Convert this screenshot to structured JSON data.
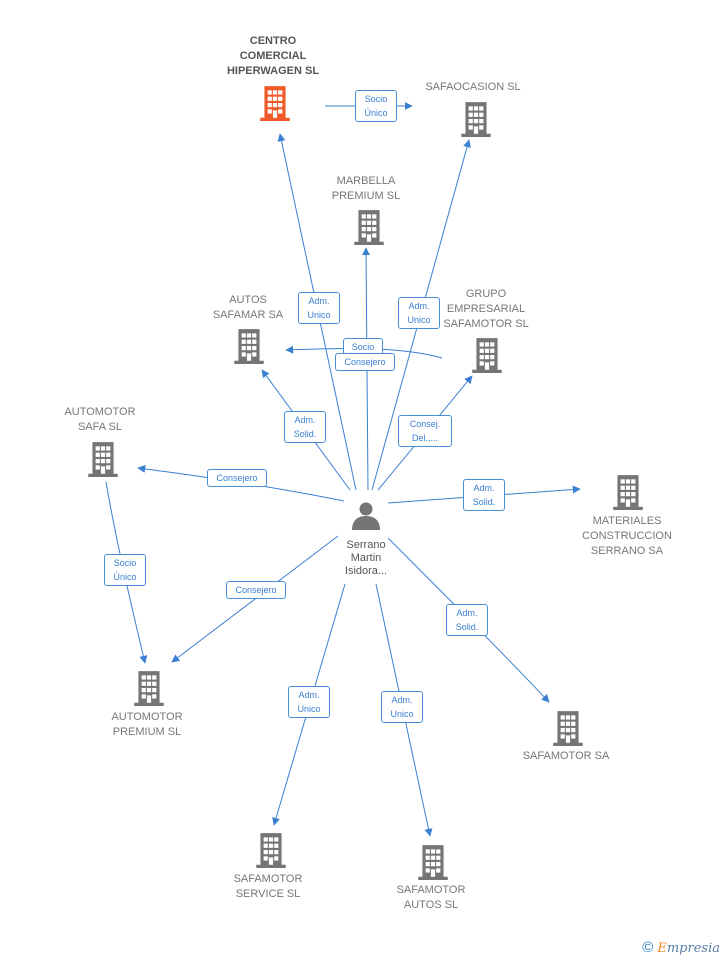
{
  "person": {
    "label": "Serrano\nMartin\nIsidora..."
  },
  "companies": [
    {
      "id": "centro",
      "label": "CENTRO\nCOMERCIAL\nHIPERWAGEN SL",
      "highlight": true
    },
    {
      "id": "safaocasion",
      "label": "SAFAOCASION SL"
    },
    {
      "id": "marbella",
      "label": "MARBELLA\nPREMIUM SL"
    },
    {
      "id": "autos_safamar",
      "label": "AUTOS\nSAFAMAR SA"
    },
    {
      "id": "grupo",
      "label": "GRUPO\nEMPRESARIAL\nSAFAMOTOR SL"
    },
    {
      "id": "automotor_safa",
      "label": "AUTOMOTOR\nSAFA SL"
    },
    {
      "id": "materiales",
      "label": "MATERIALES\nCONSTRUCCION\nSERRANO SA"
    },
    {
      "id": "automotor_premium",
      "label": "AUTOMOTOR\nPREMIUM SL"
    },
    {
      "id": "safamotor_sa",
      "label": "SAFAMOTOR SA"
    },
    {
      "id": "safamotor_service",
      "label": "SAFAMOTOR\nSERVICE SL"
    },
    {
      "id": "safamotor_autos",
      "label": "SAFAMOTOR\nAUTOS SL"
    }
  ],
  "relations": [
    {
      "id": "r1",
      "label": "Adm.\nUnico"
    },
    {
      "id": "r2",
      "label": "Socio\nÚnico"
    },
    {
      "id": "r3",
      "label": "Adm.\nUnico"
    },
    {
      "id": "r4",
      "label": "Socio"
    },
    {
      "id": "r5",
      "label": "Consejero"
    },
    {
      "id": "r6",
      "label": "Adm.\nSolid."
    },
    {
      "id": "r7",
      "label": "Consej.\nDel.,..."
    },
    {
      "id": "r8",
      "label": "Consejero"
    },
    {
      "id": "r9",
      "label": "Adm.\nSolid."
    },
    {
      "id": "r10",
      "label": "Socio\nÚnico"
    },
    {
      "id": "r11",
      "label": "Consejero"
    },
    {
      "id": "r12",
      "label": "Adm.\nSolid."
    },
    {
      "id": "r13",
      "label": "Adm.\nUnico"
    },
    {
      "id": "r14",
      "label": "Adm.\nUnico"
    }
  ],
  "colors": {
    "edge": "#3a7fd0",
    "building": "#757575",
    "highlight": "#f05a28",
    "person": "#757575"
  },
  "footer": {
    "symbol": "©",
    "brand_first": "E",
    "brand_rest": "mpresia"
  }
}
